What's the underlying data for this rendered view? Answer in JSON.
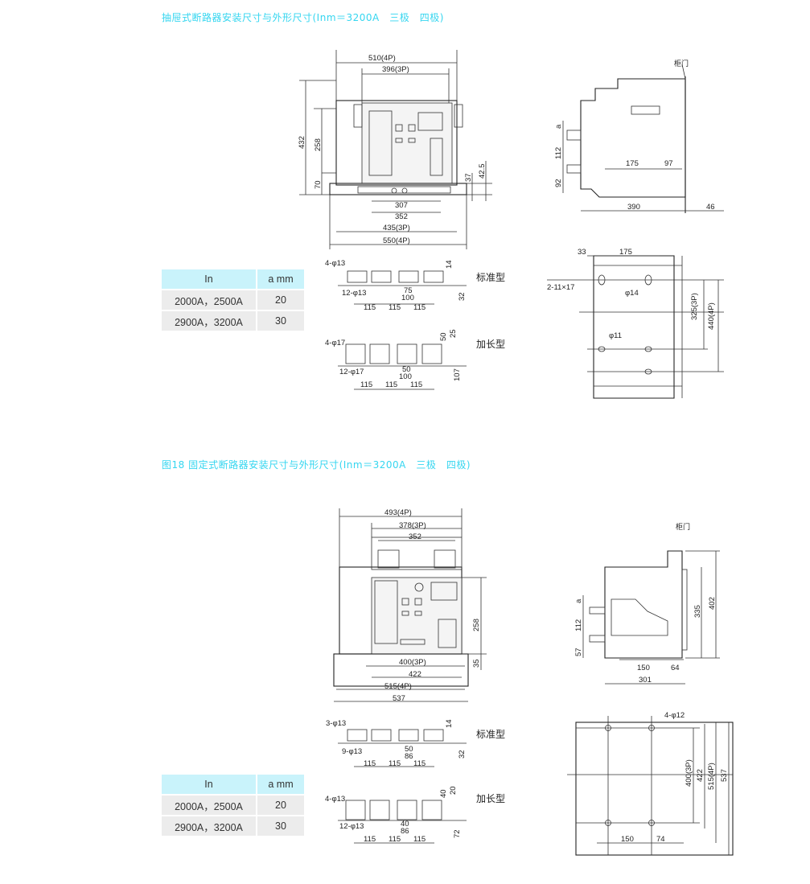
{
  "section1": {
    "title": "抽屉式断路器安装尺寸与外形尺寸(Inm＝3200A　三极　四极)",
    "table": {
      "headers": [
        "In",
        "a mm"
      ],
      "rows": [
        [
          "2000A，2500A",
          "20"
        ],
        [
          "2900A，3200A",
          "30"
        ]
      ]
    },
    "front_dims": [
      "510(4P)",
      "396(3P)",
      "432",
      "258",
      "70",
      "37",
      "42.5",
      "307",
      "352",
      "435(3P)",
      "550(4P)"
    ],
    "side_dims": [
      "柜门",
      "a",
      "112",
      "92",
      "175",
      "97",
      "390",
      "46"
    ],
    "std_dims": [
      "4-φ13",
      "12-φ13",
      "75",
      "100",
      "115",
      "115",
      "115",
      "14",
      "32"
    ],
    "std_label": "标准型",
    "long_dims": [
      "4-φ17",
      "12-φ17",
      "50",
      "100",
      "115",
      "115",
      "115",
      "50",
      "25",
      "107"
    ],
    "long_label": "加长型",
    "panel_dims": [
      "33",
      "175",
      "2-11×17",
      "φ14",
      "φ11",
      "325(3P)",
      "440(4P)"
    ]
  },
  "section2": {
    "title": "图18  固定式断路器安装尺寸与外形尺寸(Inm＝3200A　三极　四极)",
    "table": {
      "headers": [
        "In",
        "a mm"
      ],
      "rows": [
        [
          "2000A，2500A",
          "20"
        ],
        [
          "2900A，3200A",
          "30"
        ]
      ]
    },
    "front_dims": [
      "493(4P)",
      "378(3P)",
      "352",
      "258",
      "35",
      "400(3P)",
      "422",
      "515(4P)",
      "537"
    ],
    "side_dims": [
      "柜门",
      "a",
      "112",
      "57",
      "335",
      "402",
      "150",
      "64",
      "301"
    ],
    "std_dims": [
      "3-φ13",
      "9-φ13",
      "50",
      "86",
      "115",
      "115",
      "115",
      "14",
      "32"
    ],
    "std_label": "标准型",
    "long_dims": [
      "4-φ13",
      "12-φ13",
      "40",
      "86",
      "115",
      "115",
      "115",
      "40",
      "20",
      "72"
    ],
    "long_label": "加长型",
    "panel_dims": [
      "4-φ12",
      "400(3P)",
      "422",
      "515(4P)",
      "537",
      "150",
      "74"
    ]
  }
}
